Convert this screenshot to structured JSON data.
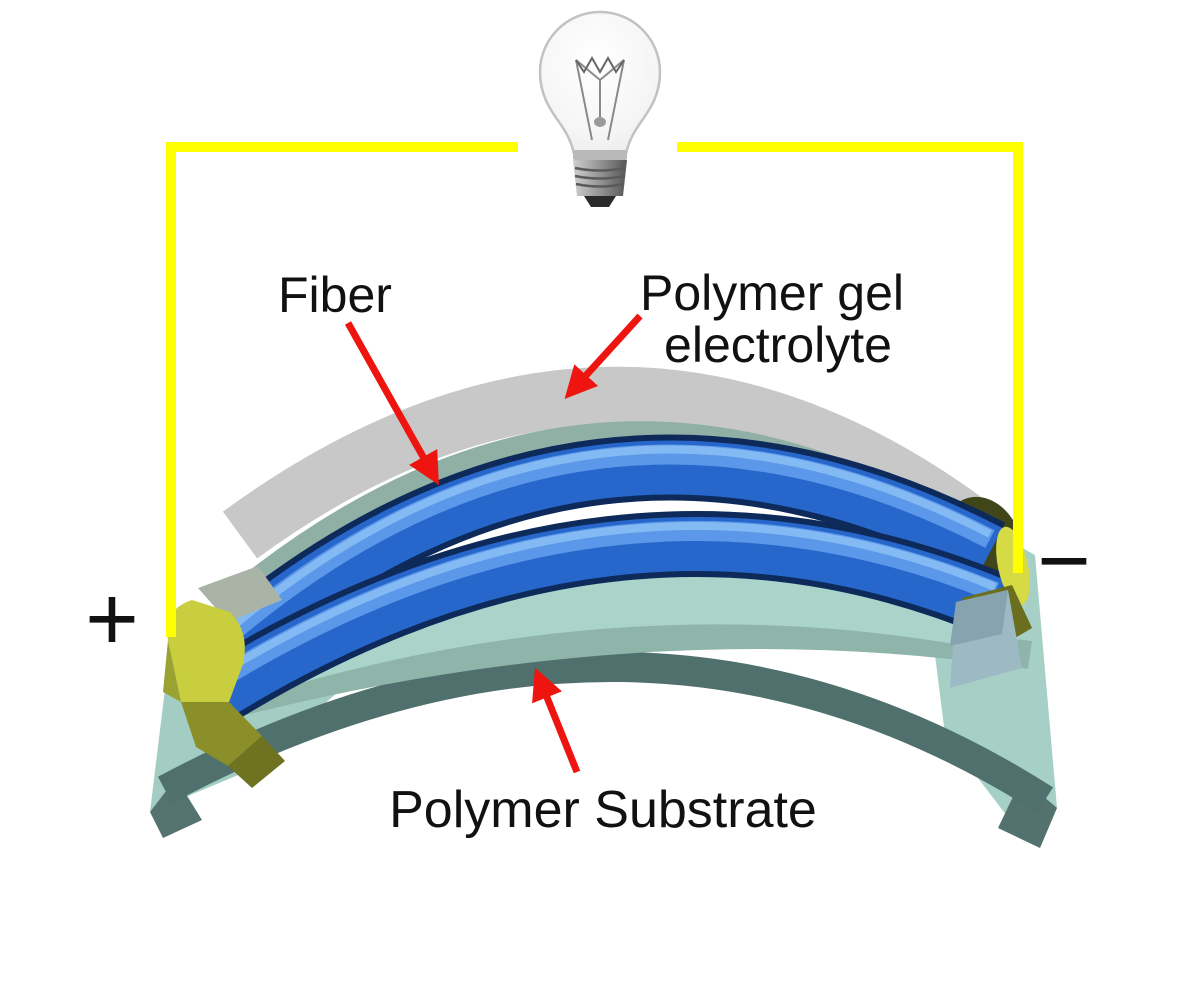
{
  "figure": {
    "kind": "3d-schematic-diagram",
    "background": "#ffffff"
  },
  "labels": {
    "fiber": "Fiber",
    "electrolyte_line1": "Polymer gel",
    "electrolyte_line2": "electrolyte",
    "substrate": "Polymer Substrate",
    "terminal_positive": "+",
    "terminal_negative": "−"
  },
  "colors": {
    "wire": "#ffff00",
    "arrow": "#ee1510",
    "gel_gray": "#c8c8c8",
    "mid_layer_sage": "#90b0a5",
    "fiber_blue": "#2767cb",
    "fiber_highlight": "#5e9bea",
    "fiber_highlight2": "#8cc0f5",
    "fiber_shadow": "#0d2a5a",
    "substrate_light": "#aad3c9",
    "substrate_mid": "#8fb4aa",
    "substrate_dark": "#4f706c",
    "clamp_bright": "#c9ce3e",
    "clamp_mid": "#8a8f2a",
    "clamp_dark": "#6e7221",
    "text": "#111111"
  }
}
